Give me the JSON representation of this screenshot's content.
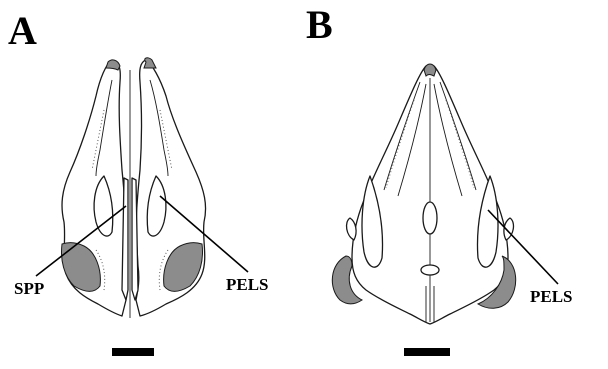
{
  "figure": {
    "panels": [
      {
        "id": "A",
        "letter": "A",
        "labels": [
          "SPP",
          "PELS"
        ]
      },
      {
        "id": "B",
        "letter": "B",
        "labels": [
          "PELS"
        ]
      }
    ]
  },
  "colors": {
    "shaded_region": "#8c8c8c",
    "outline": "#1a1a1a",
    "background": "#ffffff"
  }
}
